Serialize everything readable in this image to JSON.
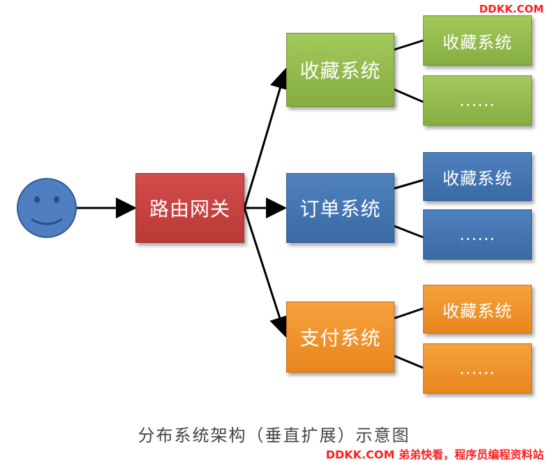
{
  "watermark_top": "DDKK.COM",
  "watermark_bottom": "DDKK.COM 弟弟快看，程序员编程资料站",
  "gateway_label": "路由网关",
  "systems": [
    {
      "label": "收藏系统",
      "color": "green",
      "children": [
        "收藏系统",
        "......"
      ]
    },
    {
      "label": "订单系统",
      "color": "blue",
      "children": [
        "收藏系统",
        "......"
      ]
    },
    {
      "label": "支付系统",
      "color": "orange",
      "children": [
        "收藏系统",
        "......"
      ]
    }
  ],
  "caption": "分布系统架构（垂直扩展）示意图",
  "colors": {
    "green": "#8cb347",
    "blue": "#4f81bd",
    "orange": "#f39a2c",
    "red": "#c0413f",
    "user": "#4f7fc2"
  }
}
